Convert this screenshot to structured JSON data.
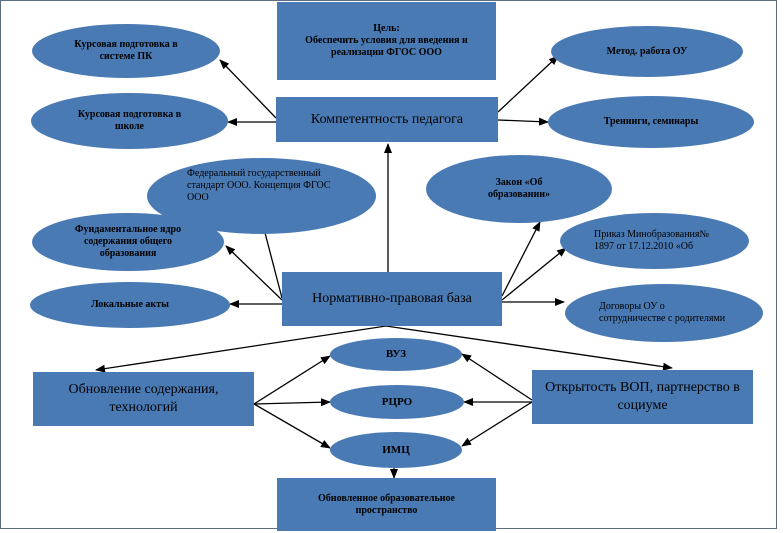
{
  "goal": {
    "label": "Цель:",
    "text": "Обеспечить условия для введения   и реализации ФГОС ООО"
  },
  "competence": "Компетентность  педагога",
  "competence_left": [
    "Курсовая подготовка в системе ПК",
    "Курсовая подготовка в школе"
  ],
  "competence_right": [
    "Метод. работа ОУ",
    "Тренинги, семинары"
  ],
  "normative": "Нормативно-правовая  база",
  "normative_left": [
    "Федеральный государственный стандарт ООО. Концепция ФГОС ООО",
    "Фундаментальное ядро содержания общего образования",
    "Локальные акты"
  ],
  "normative_right": [
    "Закон «Об образовании»",
    "Приказ Минобразования№ 1897 от 17.12.2010 «Об",
    "Договоры ОУ о сотрудничестве с родителями"
  ],
  "renewal": "Обновление содержания, технологий",
  "openness": "Открытость  ВОП, партнерство  в социуме",
  "middle": [
    "ВУЗ",
    "РЦРО",
    "ИМЦ"
  ],
  "result": "Обновленное образовательное пространство",
  "colors": {
    "node_fill": "#4a7ab4",
    "line": "#000000",
    "frame": "#5a6e80"
  }
}
